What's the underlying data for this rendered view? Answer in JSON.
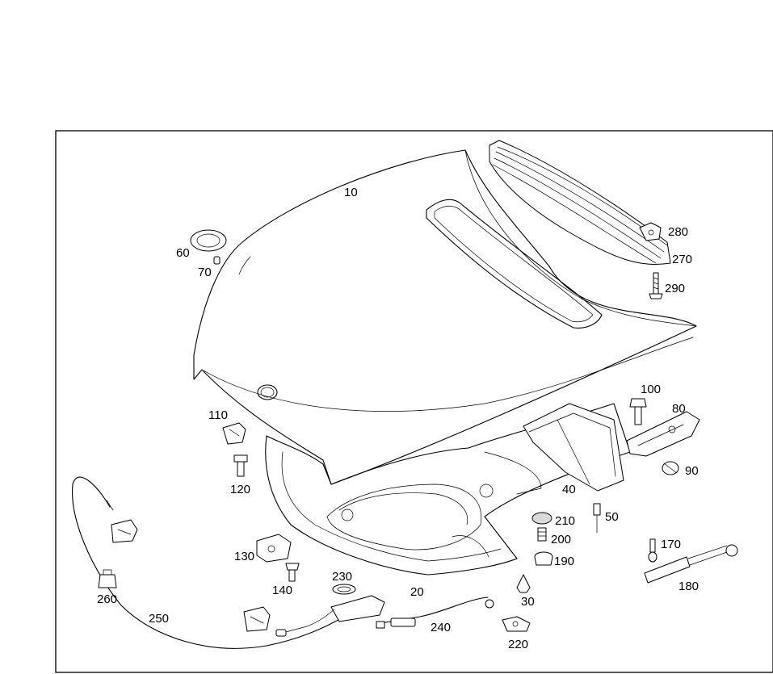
{
  "labels": {
    "l10": "10",
    "l20": "20",
    "l30": "30",
    "l40": "40",
    "l50": "50",
    "l60": "60",
    "l70": "70",
    "l80": "80",
    "l90": "90",
    "l100": "100",
    "l110": "110",
    "l120": "120",
    "l130": "130",
    "l140": "140",
    "l170": "170",
    "l180": "180",
    "l190": "190",
    "l200": "200",
    "l210": "210",
    "l220": "220",
    "l230": "230",
    "l240": "240",
    "l250": "250",
    "l260": "260",
    "l270": "270",
    "l280": "280",
    "l290": "290"
  }
}
